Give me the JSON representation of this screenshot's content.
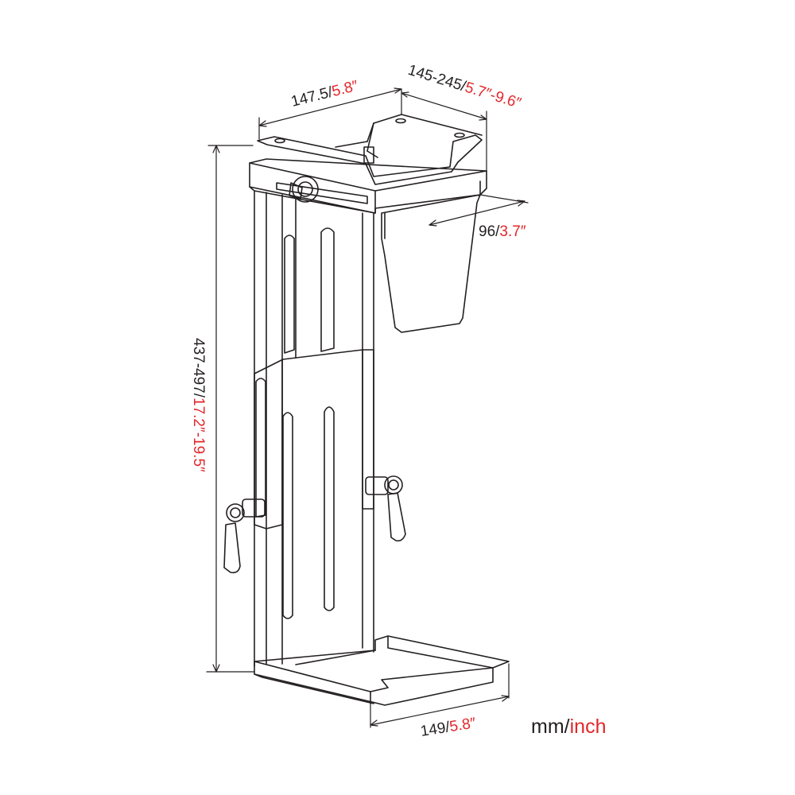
{
  "colors": {
    "line": "#231f20",
    "accent": "#e3262a",
    "background": "#ffffff"
  },
  "dimensions": {
    "top_width": {
      "metric": "147.5/",
      "imperial": "5.8″"
    },
    "top_depth": {
      "metric": "145-245/",
      "imperial": "5.7″-9.6″"
    },
    "side_depth": {
      "metric": "96/",
      "imperial": "3.7″"
    },
    "height": {
      "metric": "437-497/",
      "imperial": "17.2″-19.5″"
    },
    "bottom_width": {
      "metric": "149/",
      "imperial": "5.8″"
    }
  },
  "units": {
    "metric": "mm/",
    "imperial": "inch"
  }
}
